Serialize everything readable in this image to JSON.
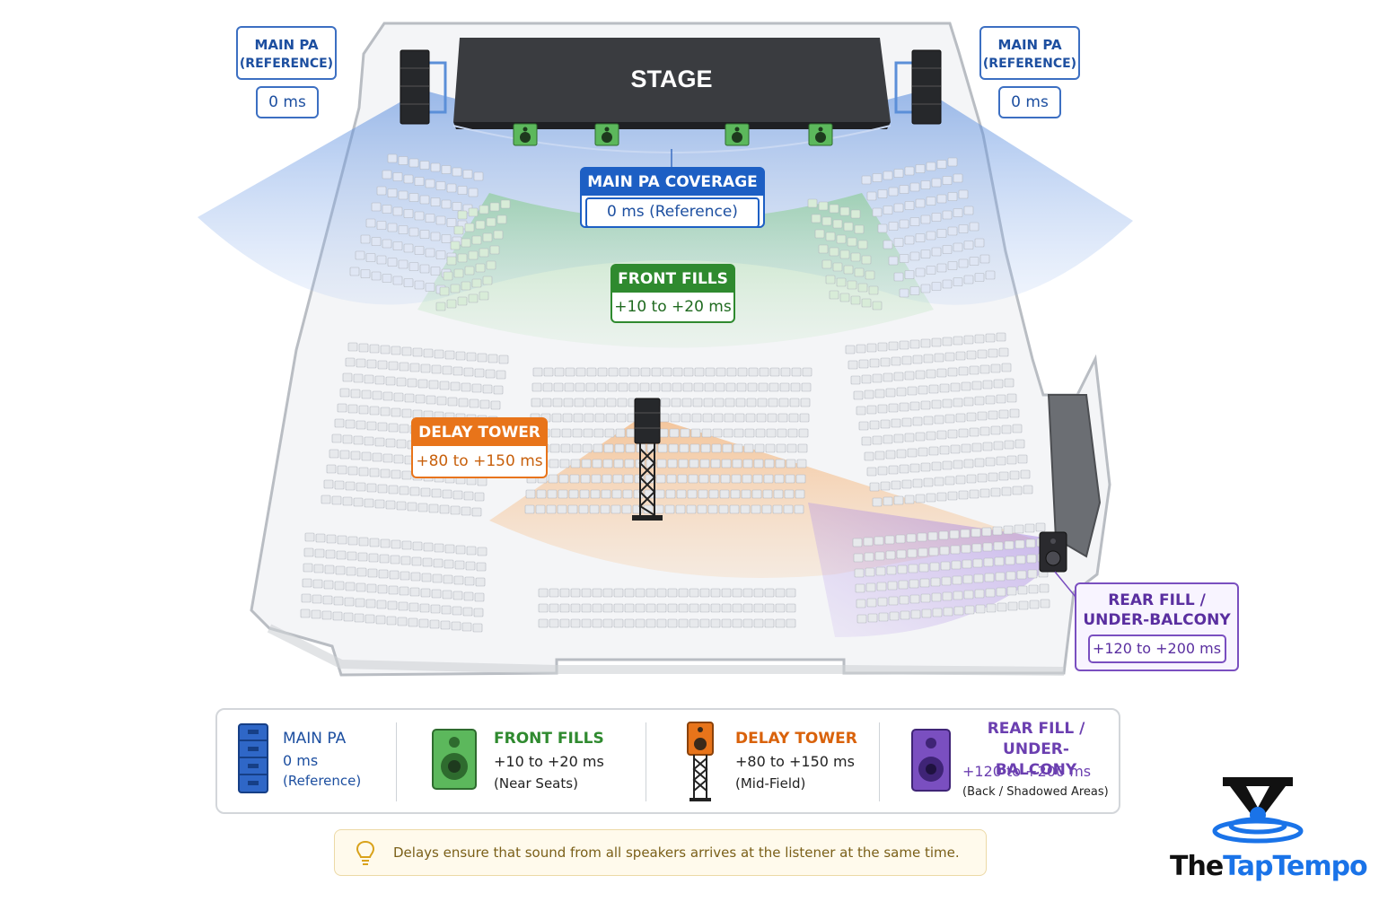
{
  "stage": {
    "label": "STAGE"
  },
  "main_pa_left": {
    "title_line1": "MAIN PA",
    "title_line2": "(REFERENCE)",
    "delay": "0 ms"
  },
  "main_pa_right": {
    "title_line1": "MAIN PA",
    "title_line2": "(REFERENCE)",
    "delay": "0 ms"
  },
  "coverage": {
    "title": "MAIN PA COVERAGE",
    "delay": "0 ms (Reference)"
  },
  "front_fills": {
    "title": "FRONT FILLS",
    "delay": "+10 to +20 ms"
  },
  "delay_tower": {
    "title": "DELAY TOWER",
    "delay": "+80 to +150 ms"
  },
  "rear_fill": {
    "title_line1": "REAR FILL /",
    "title_line2": "UNDER-BALCONY",
    "delay": "+120 to +200 ms"
  },
  "legend": [
    {
      "title": "MAIN PA",
      "delay": "0 ms",
      "note": "(Reference)",
      "color": "#1d4fa0",
      "icon": "main-pa-icon"
    },
    {
      "title": "FRONT FILLS",
      "delay": "+10 to +20 ms",
      "note": "(Near Seats)",
      "color": "#2f8a2f",
      "icon": "front-fill-speaker-icon"
    },
    {
      "title": "DELAY TOWER",
      "delay": "+80 to +150 ms",
      "note": "(Mid-Field)",
      "color": "#d9620b",
      "icon": "delay-tower-icon"
    },
    {
      "title_line1": "REAR FILL /",
      "title_line2": "UNDER-BALCONY",
      "delay": "+120 to +200 ms",
      "note": "(Back / Shadowed Areas)",
      "color": "#6b3fb0",
      "icon": "rear-fill-speaker-icon"
    }
  ],
  "tip": {
    "text": "Delays ensure that sound from all speakers arrives at the listener at the same time.",
    "icon": "lightbulb-icon"
  },
  "brand": {
    "part1": "The",
    "part2": "TapTempo",
    "color_dark": "#111111",
    "color_accent": "#1a73e8"
  },
  "colors": {
    "main_pa": "#3c6fc2",
    "front_fills": "#2f8a2f",
    "delay_tower": "#e8741a",
    "rear_fill": "#7a4fc0"
  }
}
